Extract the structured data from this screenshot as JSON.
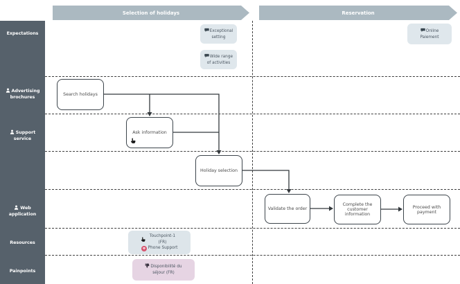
{
  "phases": [
    {
      "label": "Selection of holidays"
    },
    {
      "label": "Reservation"
    }
  ],
  "lanes": [
    {
      "label": "Expectations",
      "icon": null
    },
    {
      "label": "Advertising brochures",
      "icon": "person-icon"
    },
    {
      "label": "Support service",
      "icon": "person-icon"
    },
    {
      "label": "",
      "icon": null
    },
    {
      "label": "Web application",
      "icon": "person-icon"
    },
    {
      "label": "Resources",
      "icon": null
    },
    {
      "label": "Painpoints",
      "icon": null
    }
  ],
  "notes": [
    {
      "label": "Exceptional setting",
      "icon": "speech-bubble-icon"
    },
    {
      "label": "Wide range of activities",
      "icon": "speech-bubble-icon"
    },
    {
      "label": "Online Paiement",
      "icon": "speech-bubble-icon"
    }
  ],
  "steps": [
    {
      "label": "Search holidays"
    },
    {
      "label": "Ask information",
      "touchpoint_marker": "hand-pointer-icon"
    },
    {
      "label": "Holiday selection"
    },
    {
      "label": "Validate the order"
    },
    {
      "label": "Complete the customer information"
    },
    {
      "label": "Proceed with payment"
    }
  ],
  "resources": [
    {
      "label": "Touchpoint-1 (FR)",
      "icon": "hand-pointer-icon"
    },
    {
      "label": "Phone Support",
      "icon": "phone-icon"
    }
  ],
  "painpoints": [
    {
      "label": "Disponibilité du séjour (FR)",
      "icon": "thumbs-down-icon"
    }
  ],
  "colors": {
    "sidebar": "#56616b",
    "phase_banner": "#abb9c1",
    "note_bg": "#dfe7ec",
    "resource_bg": "#dde5ea",
    "painpoint_bg": "#e6d4e3",
    "phone_badge": "#d6546e",
    "connector": "#33383c"
  }
}
